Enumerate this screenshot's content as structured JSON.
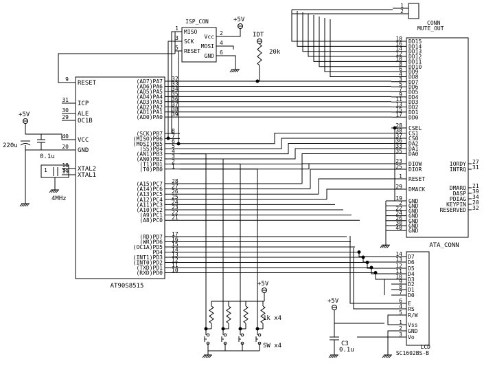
{
  "components": {
    "mcu": {
      "name": "AT90S8515",
      "left_pins": [
        {
          "num": "9",
          "label": "RESET"
        },
        {
          "num": "31",
          "label": "ICP"
        },
        {
          "num": "30",
          "label": "ALE"
        },
        {
          "num": "29",
          "label": "OC1B"
        },
        {
          "num": "40",
          "label": "VCC"
        },
        {
          "num": "20",
          "label": "GND"
        },
        {
          "num": "18",
          "label": "XTAL2"
        },
        {
          "num": "19",
          "label": "XTAL1"
        }
      ],
      "right_pins": [
        {
          "label": "(AD7)PA7",
          "num": "32"
        },
        {
          "label": "(AD6)PA6",
          "num": "33"
        },
        {
          "label": "(AD5)PA5",
          "num": "34"
        },
        {
          "label": "(AD4)PA4",
          "num": "35"
        },
        {
          "label": "(AD3)PA3",
          "num": "36"
        },
        {
          "label": "(AD2)PA2",
          "num": "37"
        },
        {
          "label": "(AD1)PA1",
          "num": "38"
        },
        {
          "label": "(AD0)PA0",
          "num": "39"
        },
        {
          "label": "(SCK)PB7",
          "num": "8"
        },
        {
          "label": "(MISO)PB6",
          "num": "7"
        },
        {
          "label": "(MOSI)PB5",
          "num": "6"
        },
        {
          "label": "(SS)PB4",
          "num": "5"
        },
        {
          "label": "(AN1)PB3",
          "num": "4"
        },
        {
          "label": "(AN0)PB2",
          "num": "3"
        },
        {
          "label": "(T1)PB1",
          "num": "2"
        },
        {
          "label": "(T0)PB0",
          "num": "1"
        },
        {
          "label": "(A15)PC7",
          "num": "28"
        },
        {
          "label": "(A14)PC6",
          "num": "27"
        },
        {
          "label": "(A13)PC5",
          "num": "26"
        },
        {
          "label": "(A12)PC4",
          "num": "25"
        },
        {
          "label": "(A11)PC3",
          "num": "24"
        },
        {
          "label": "(A10)PC2",
          "num": "23"
        },
        {
          "label": "(A9)PC1",
          "num": "22"
        },
        {
          "label": "(A8)PC0",
          "num": "21"
        },
        {
          "label": "(RD)PD7",
          "num": "17"
        },
        {
          "label": "(WR)PD6",
          "num": "16"
        },
        {
          "label": "(OC1A)PD5",
          "num": "15"
        },
        {
          "label": "PD4",
          "num": "14"
        },
        {
          "label": "(INT1)PD3",
          "num": "13"
        },
        {
          "label": "(INT0)PD2",
          "num": "12"
        },
        {
          "label": "(TXD)PD1",
          "num": "11"
        },
        {
          "label": "(RXD)PD0",
          "num": "10"
        }
      ]
    },
    "isp": {
      "name": "ISP_CON",
      "pins": [
        {
          "num": "1",
          "label": "MISO"
        },
        {
          "num": "3",
          "label": "SCK"
        },
        {
          "num": "5",
          "label": "RESET"
        },
        {
          "num": "2",
          "label": "Vcc"
        },
        {
          "num": "4",
          "label": "MOSI"
        },
        {
          "num": "6",
          "label": "GND"
        }
      ]
    },
    "mute_conn": {
      "name": "CONN",
      "name2": "MUTE_OUT",
      "pins": [
        "1",
        "2"
      ]
    },
    "ata": {
      "name": "ATA_CONN",
      "left_pins": [
        {
          "num": "18",
          "label": "DD15"
        },
        {
          "num": "16",
          "label": "DD14"
        },
        {
          "num": "14",
          "label": "DD13"
        },
        {
          "num": "12",
          "label": "DD12"
        },
        {
          "num": "10",
          "label": "DD11"
        },
        {
          "num": "8",
          "label": "DD10"
        },
        {
          "num": "6",
          "label": "DD9"
        },
        {
          "num": "4",
          "label": "DD8"
        },
        {
          "num": "3",
          "label": "DD7"
        },
        {
          "num": "5",
          "label": "DD6"
        },
        {
          "num": "7",
          "label": "DD5"
        },
        {
          "num": "9",
          "label": "DD4"
        },
        {
          "num": "11",
          "label": "DD3"
        },
        {
          "num": "13",
          "label": "DD2"
        },
        {
          "num": "15",
          "label": "DD1"
        },
        {
          "num": "17",
          "label": "DD0"
        },
        {
          "num": "28",
          "label": "CSEL"
        },
        {
          "num": "38",
          "label": "CS1"
        },
        {
          "num": "37",
          "label": "CS0"
        },
        {
          "num": "36",
          "label": "DA2"
        },
        {
          "num": "33",
          "label": "DA1"
        },
        {
          "num": "35",
          "label": "DA0"
        },
        {
          "num": "23",
          "label": "DIOW"
        },
        {
          "num": "25",
          "label": "DIOR"
        },
        {
          "num": "1",
          "label": "RESET"
        },
        {
          "num": "29",
          "label": "DMACK"
        },
        {
          "num": "19",
          "label": "GND"
        },
        {
          "num": "2",
          "label": "GND"
        },
        {
          "num": "22",
          "label": "GND"
        },
        {
          "num": "24",
          "label": "GND"
        },
        {
          "num": "26",
          "label": "GND"
        },
        {
          "num": "30",
          "label": "GND"
        },
        {
          "num": "40",
          "label": "GND"
        }
      ],
      "right_pins": [
        {
          "label": "IORDY",
          "num": "27"
        },
        {
          "label": "INTRQ",
          "num": "31"
        },
        {
          "label": "DMARQ",
          "num": "21"
        },
        {
          "label": "DASP",
          "num": "39"
        },
        {
          "label": "PDIAG",
          "num": "34"
        },
        {
          "label": "KEYPIN",
          "num": "20"
        },
        {
          "label": "RESERVED",
          "num": "32"
        }
      ]
    },
    "lcd": {
      "name": "LCD",
      "part": "SC1602BS-B",
      "pins": [
        {
          "num": "14",
          "label": "D7"
        },
        {
          "num": "13",
          "label": "D6"
        },
        {
          "num": "12",
          "label": "D5"
        },
        {
          "num": "11",
          "label": "D4"
        },
        {
          "num": "10",
          "label": "D3"
        },
        {
          "num": "9",
          "label": "D2"
        },
        {
          "num": "8",
          "label": "D1"
        },
        {
          "num": "7",
          "label": "D0"
        },
        {
          "num": "6",
          "label": "E"
        },
        {
          "num": "4",
          "label": "RS"
        },
        {
          "num": "5",
          "label": "R/W"
        },
        {
          "num": "1",
          "label": "Vss"
        },
        {
          "num": "2",
          "label": "GND"
        },
        {
          "num": "3",
          "label": "Vo"
        }
      ]
    },
    "labels": {
      "v5": "+5V",
      "c_elec": "220u",
      "c_bypass": "0.1u",
      "crystal": "4MHz",
      "xtal_pins": [
        "1",
        "3"
      ],
      "r20k": "20k",
      "r1k": "1k x4",
      "sw": "SW x4",
      "c3": "C3",
      "c3_val": "0.1u",
      "tp": "IDT"
    }
  }
}
